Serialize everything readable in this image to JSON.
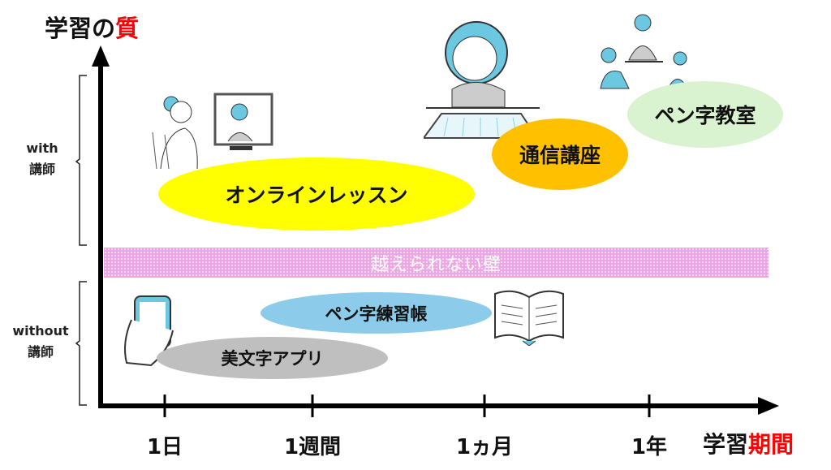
{
  "y_axis": {
    "title_prefix": "学習の",
    "title_emph": "質"
  },
  "x_axis": {
    "title_prefix": "学習",
    "title_emph": "期間",
    "ticks": [
      "1日",
      "1週間",
      "1ヵ月",
      "1年"
    ]
  },
  "groups": {
    "with": {
      "line1": "with",
      "line2": "講師"
    },
    "without": {
      "line1": "without",
      "line2": "講師"
    }
  },
  "barrier": {
    "label": "越えられない壁",
    "color": "#e9a8e2"
  },
  "items": {
    "online": {
      "label": "オンラインレッスン",
      "color": "#ffff00"
    },
    "correspondence": {
      "label": "通信講座",
      "color": "#ffc000"
    },
    "classroom": {
      "label": "ペン字教室",
      "color": "#d9f2d0"
    },
    "workbook": {
      "label": "ペン字練習帳",
      "color": "#8ccbe9"
    },
    "app": {
      "label": "美文字アプリ",
      "color": "#bfbfbf"
    }
  },
  "colors": {
    "accent": "#ff0000",
    "axis": "#000000",
    "illustration_blue": "#6cc7e0"
  }
}
